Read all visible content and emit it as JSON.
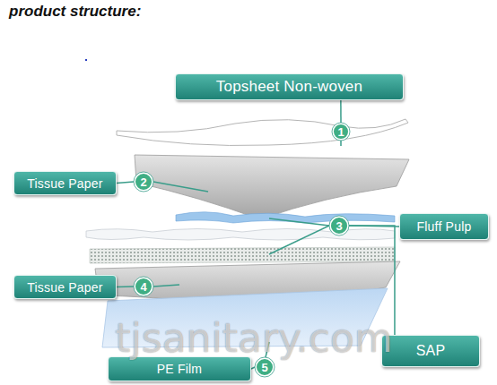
{
  "diagram": {
    "title": "product structure:",
    "nodes": [
      {
        "text": [
          "Topsheet Non-woven"
        ]
      },
      {
        "text": [
          "1"
        ]
      },
      {
        "text": [
          "Tissue Paper"
        ]
      },
      {
        "text": [
          "2"
        ]
      },
      {
        "text": [
          "3"
        ]
      },
      {
        "text": [
          "Fluff Pulp"
        ]
      },
      {
        "text": [
          "Tissue Paper"
        ]
      },
      {
        "text": [
          "4"
        ]
      },
      {
        "text": [
          "SAP"
        ]
      },
      {
        "text": [
          "PE Film"
        ]
      },
      {
        "text": [
          "5"
        ]
      }
    ],
    "edges": [
      {
        "from": 0,
        "to": 1,
        "arrow": "none"
      },
      {
        "from": 2,
        "to": 3,
        "arrow": "none"
      },
      {
        "from": 4,
        "to": 5,
        "arrow": "none"
      },
      {
        "from": 4,
        "to": 8,
        "arrow": "none"
      },
      {
        "from": 6,
        "to": 7,
        "arrow": "none"
      },
      {
        "from": 9,
        "to": 10,
        "arrow": "none"
      }
    ],
    "labels": [
      "tjsanitary.com"
    ]
  }
}
